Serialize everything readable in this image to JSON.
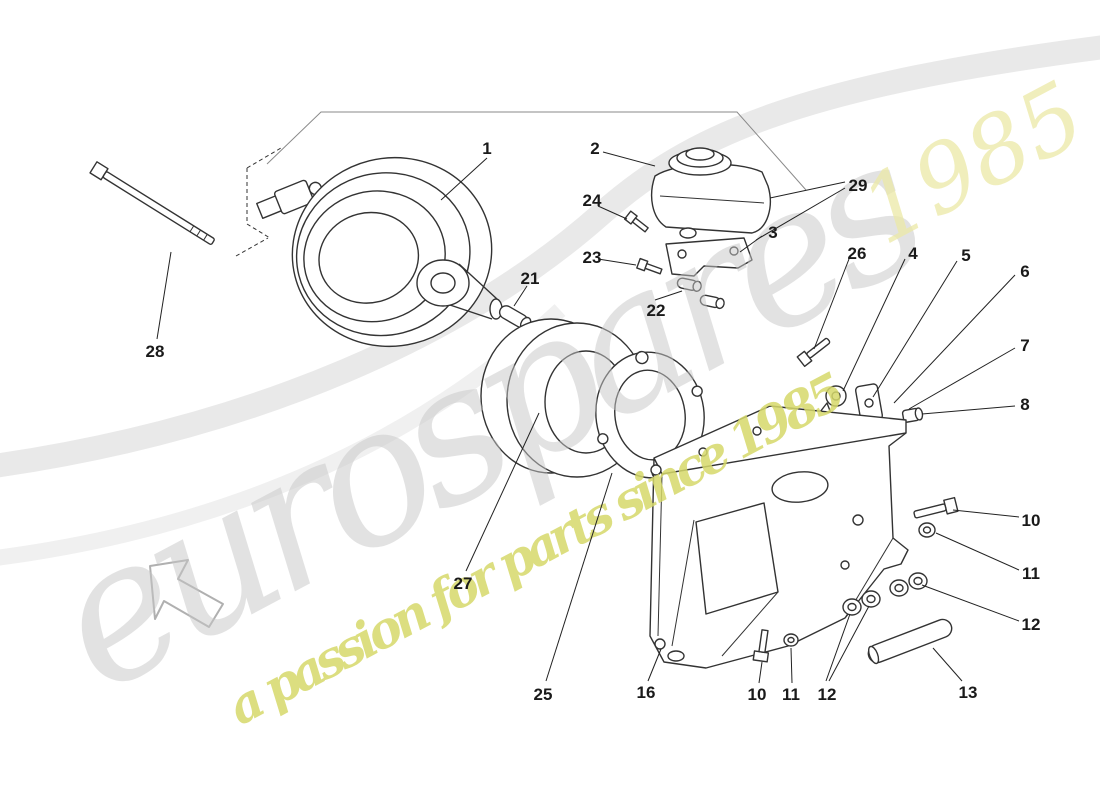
{
  "watermark": {
    "brand": "eurospares",
    "tagline": "a passion for parts since 1985",
    "year": "1985",
    "brand_color": "#c7c7c7",
    "tagline_color": "#d6d96b",
    "year_color": "#ece9a6"
  },
  "callouts": [
    {
      "n": "1"
    },
    {
      "n": "2"
    },
    {
      "n": "29"
    },
    {
      "n": "24"
    },
    {
      "n": "23"
    },
    {
      "n": "3"
    },
    {
      "n": "26"
    },
    {
      "n": "4"
    },
    {
      "n": "5"
    },
    {
      "n": "6"
    },
    {
      "n": "7"
    },
    {
      "n": "8"
    },
    {
      "n": "21"
    },
    {
      "n": "22"
    },
    {
      "n": "28"
    },
    {
      "n": "10"
    },
    {
      "n": "11"
    },
    {
      "n": "12"
    },
    {
      "n": "27"
    },
    {
      "n": "25"
    },
    {
      "n": "16"
    },
    {
      "n": "10"
    },
    {
      "n": "11"
    },
    {
      "n": "12"
    },
    {
      "n": "13"
    }
  ]
}
